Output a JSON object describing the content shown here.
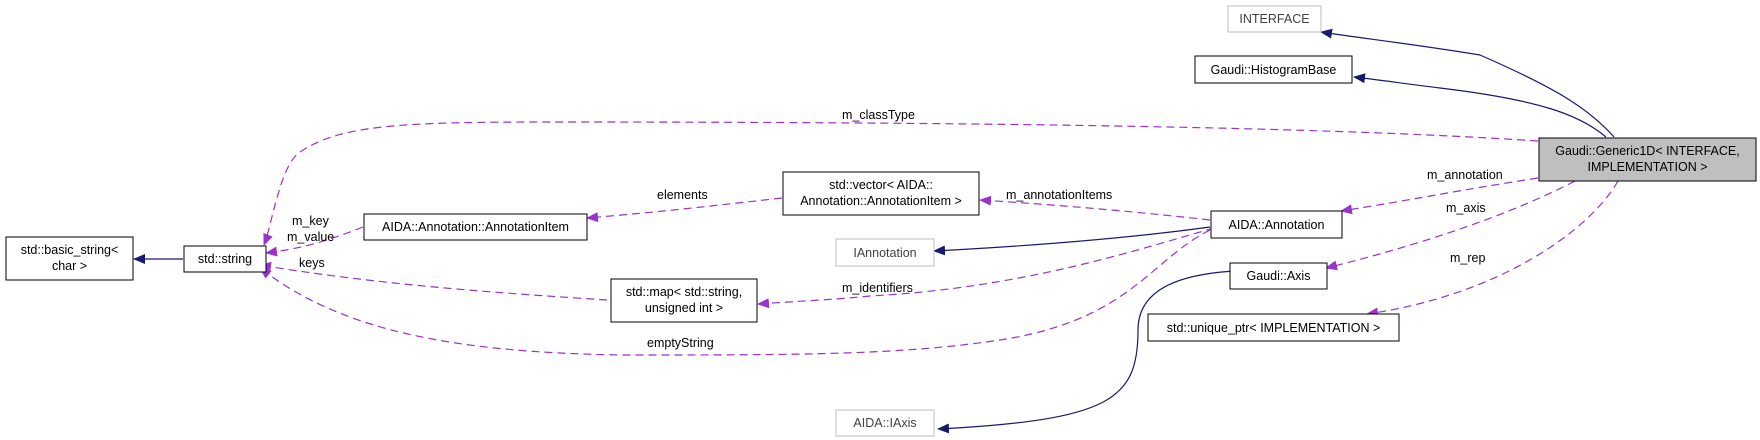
{
  "nodes": {
    "interface": {
      "label": "INTERFACE"
    },
    "histogram_base": {
      "label": "Gaudi::HistogramBase"
    },
    "generic1d": {
      "line1": "Gaudi::Generic1D< INTERFACE,",
      "line2": "IMPLEMENTATION >"
    },
    "basic_string": {
      "line1": "std::basic_string<",
      "line2": "char >"
    },
    "std_string": {
      "label": "std::string"
    },
    "annotation_item": {
      "label": "AIDA::Annotation::AnnotationItem"
    },
    "vector": {
      "line1": "std::vector< AIDA::",
      "line2": "Annotation::AnnotationItem >"
    },
    "annotation": {
      "label": "AIDA::Annotation"
    },
    "iannotation": {
      "label": "IAnnotation"
    },
    "map": {
      "line1": "std::map< std::string,",
      "line2": "unsigned int >"
    },
    "gaudi_axis": {
      "label": "Gaudi::Axis"
    },
    "unique_ptr": {
      "label": "std::unique_ptr< IMPLEMENTATION >"
    },
    "aida_iaxis": {
      "label": "AIDA::IAxis"
    }
  },
  "edges": {
    "m_classType": "m_classType",
    "m_annotation": "m_annotation",
    "m_axis": "m_axis",
    "m_rep": "m_rep",
    "elements": "elements",
    "m_annotationItems": "m_annotationItems",
    "m_key": "m_key",
    "m_value": "m_value",
    "keys": "keys",
    "m_identifiers": "m_identifiers",
    "emptyString": "emptyString"
  },
  "colors": {
    "inheritance": "#191970",
    "usage": "#9a32cd",
    "highlight_fill": "#bfbfbf",
    "node_border": "#000000",
    "muted_border": "#bfbfbf"
  }
}
